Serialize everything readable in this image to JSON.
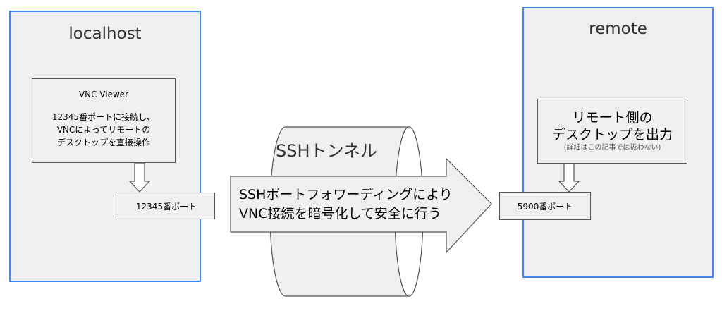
{
  "localhost": {
    "title": "localhost",
    "viewer": {
      "title": "VNC Viewer",
      "desc_lines": [
        "12345番ポートに接続し、",
        "VNCによってリモートの",
        "デスクトップを直接操作"
      ]
    },
    "port": "12345番ポート"
  },
  "tunnel": {
    "label": "SSHトンネル",
    "arrow_lines": [
      "SSHポートフォワーディングにより",
      "VNC接続を暗号化して安全に行う"
    ]
  },
  "remote": {
    "title": "remote",
    "output": {
      "title_lines": [
        "リモート側の",
        "デスクトップを出力"
      ],
      "note": "(詳細はこの記事では扱わない)"
    },
    "port": "5900番ポート"
  },
  "colors": {
    "host_border": "#4a86e8",
    "fill": "#efefef",
    "stroke": "#555555"
  }
}
